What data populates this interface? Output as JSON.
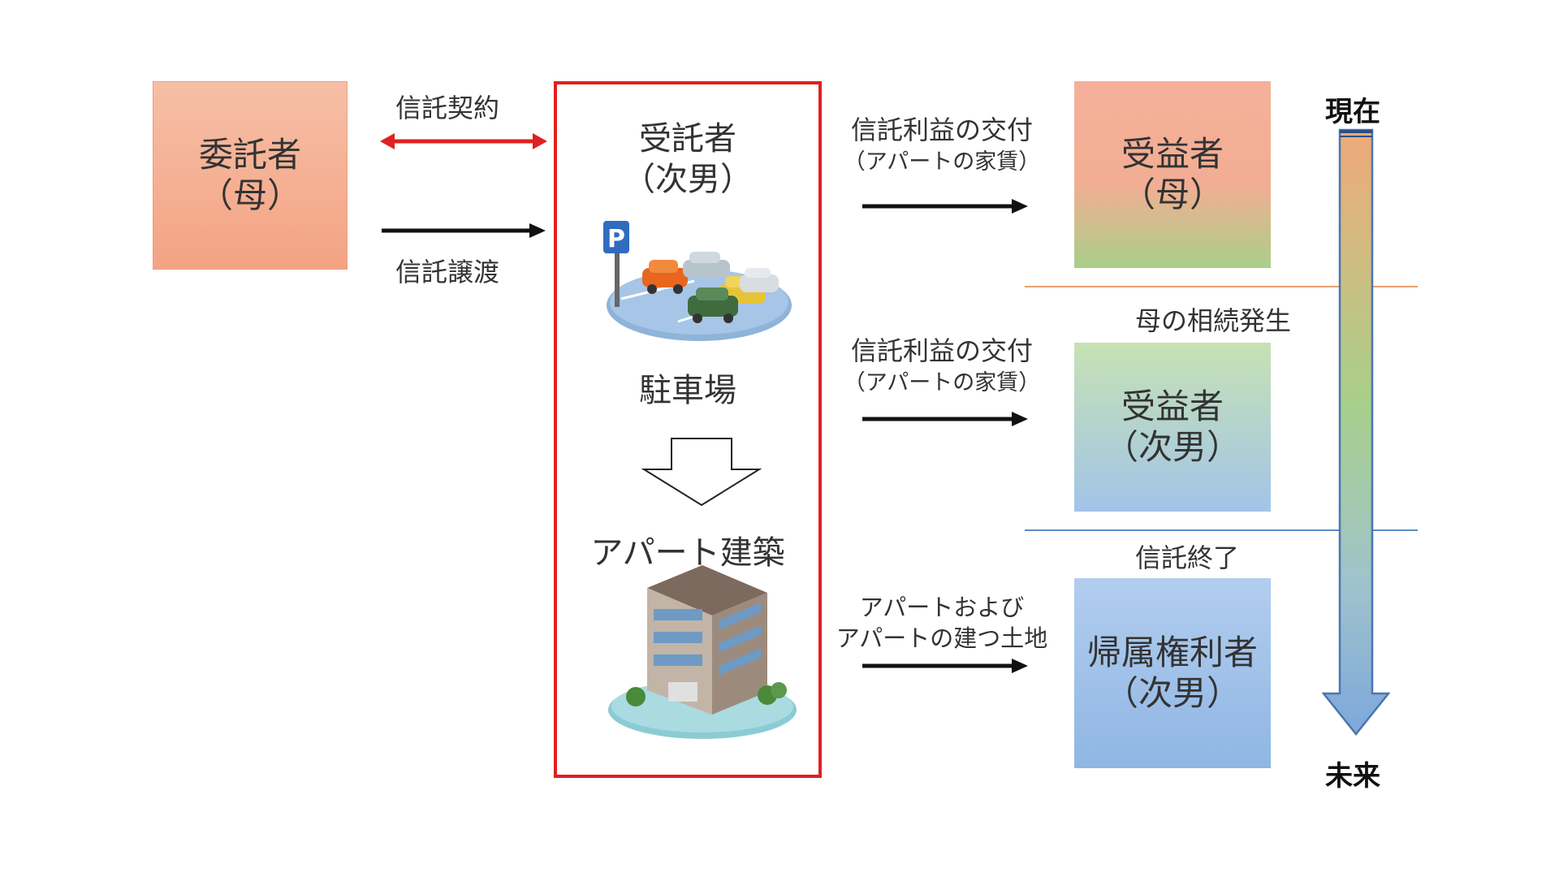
{
  "settlor": {
    "title": "委託者",
    "sub": "（母）"
  },
  "trust_contract_label": "信託契約",
  "trust_transfer_label": "信託譲渡",
  "trustee": {
    "title": "受託者",
    "sub": "（次男）",
    "parking_label": "駐車場",
    "apartment_label": "アパート建築"
  },
  "flows": [
    {
      "line1": "信託利益の交付",
      "line2": "（アパートの家賃）"
    },
    {
      "line1": "信託利益の交付",
      "line2": "（アパートの家賃）"
    },
    {
      "line1": "アパートおよび",
      "line2": "アパートの建つ土地"
    }
  ],
  "beneficiaries": [
    {
      "title": "受益者",
      "sub": "（母）"
    },
    {
      "title": "受益者",
      "sub": "（次男）"
    },
    {
      "title": "帰属権利者",
      "sub": "（次男）"
    }
  ],
  "events": {
    "mother_inheritance": "母の相続発生",
    "trust_end": "信託終了"
  },
  "timeline": {
    "start": "現在",
    "end": "未来"
  },
  "colors": {
    "settlor_fill": "#f4a68a",
    "trustee_border": "#e02020",
    "contract_arrow": "#e02020",
    "arrow": "#111111",
    "divider_1": "#e8a070",
    "divider_2": "#5b8ac7"
  }
}
